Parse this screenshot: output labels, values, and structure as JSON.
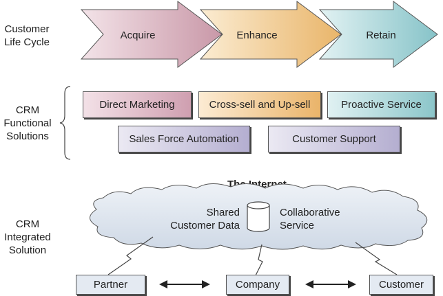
{
  "rows": {
    "lifecycle_label": [
      "Customer",
      "Life Cycle"
    ],
    "functional_label": [
      "CRM",
      "Functional",
      "Solutions"
    ],
    "integrated_label": [
      "CRM",
      "Integrated",
      "Solution"
    ]
  },
  "lifecycle": {
    "stages": [
      "Acquire",
      "Enhance",
      "Retain"
    ]
  },
  "functional": {
    "row1": [
      "Direct Marketing",
      "Cross-sell and Up-sell",
      "Proactive Service"
    ],
    "row2": [
      "Sales Force Automation",
      "Customer Support"
    ]
  },
  "integrated": {
    "cloud_title": "The Internet",
    "shared_data": [
      "Shared",
      "Customer Data"
    ],
    "collab_service": [
      "Collaborative",
      "Service"
    ],
    "entities": [
      "Partner",
      "Company",
      "Customer"
    ]
  },
  "colors": {
    "acquire": "#d8b4c0",
    "enhance": "#f0c98e",
    "retain": "#9fd3d6",
    "direct_marketing": "#d9b0bd",
    "cross_sell": "#f2c48a",
    "proactive": "#a6d6d6",
    "sfa": "#c8c3dc",
    "support": "#c8c3dc",
    "cloud": "#dfe6ef"
  }
}
